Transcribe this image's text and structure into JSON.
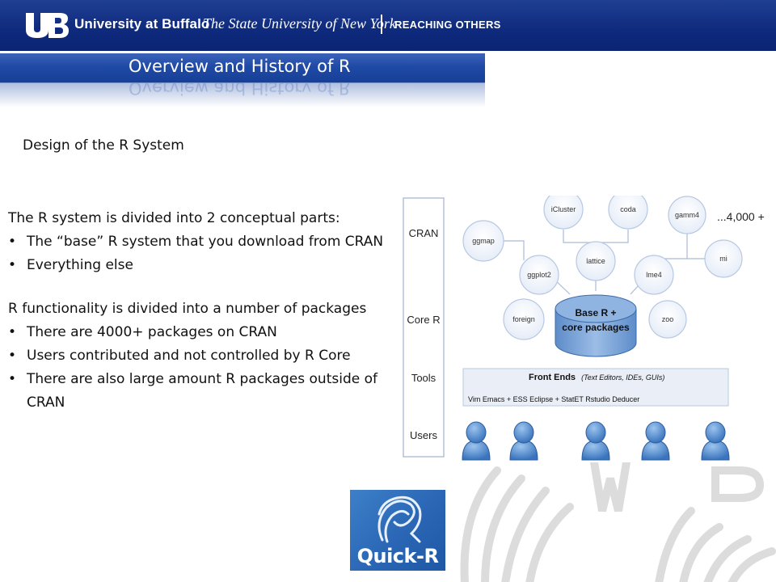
{
  "header": {
    "university": "University at Buffalo",
    "system": "The State University of New York",
    "slogan": "REACHING OTHERS"
  },
  "slide": {
    "title": "Overview and History of R",
    "subtitle": "Design of the R System",
    "paragraph1": "The R system is divided into 2 conceptual parts:",
    "bullets1": [
      "The “base” R system that you download from CRAN",
      "Everything else"
    ],
    "paragraph2": "R functionality is divided into a number of packages",
    "bullets2": [
      "There are 4000+ packages on CRAN",
      "Users contributed and not controlled by R Core",
      "There are also large amount R packages outside of CRAN"
    ]
  },
  "diagram": {
    "layers": [
      "CRAN",
      "Core R",
      "Tools",
      "Users"
    ],
    "packages": {
      "icluster": "iCluster",
      "coda": "coda",
      "gamm4": "gamm4",
      "more": "...4,000 +",
      "ggmap": "ggmap",
      "lattice": "lattice",
      "mi": "mi",
      "ggplot2": "ggplot2",
      "lme4": "lme4",
      "foreign": "foreign",
      "zoo": "zoo"
    },
    "core_line1": "Base R +",
    "core_line2": "core packages",
    "front_ends_title": "Front Ends",
    "front_ends_note": "(Text Editors, IDEs, GUIs)",
    "front_ends_tools": "Vim Emacs + ESS Eclipse + StatET Rstudio Deducer"
  },
  "quickr": {
    "label": "Quick-R"
  },
  "colors": {
    "banner": "#0e2a7d",
    "title_bar": "#1f4aa6",
    "circle_fill": "#eef3fb",
    "circle_stroke": "#b8c8e2",
    "core_fill": "#7fa6d9",
    "user_fill": "#4a84c8"
  }
}
